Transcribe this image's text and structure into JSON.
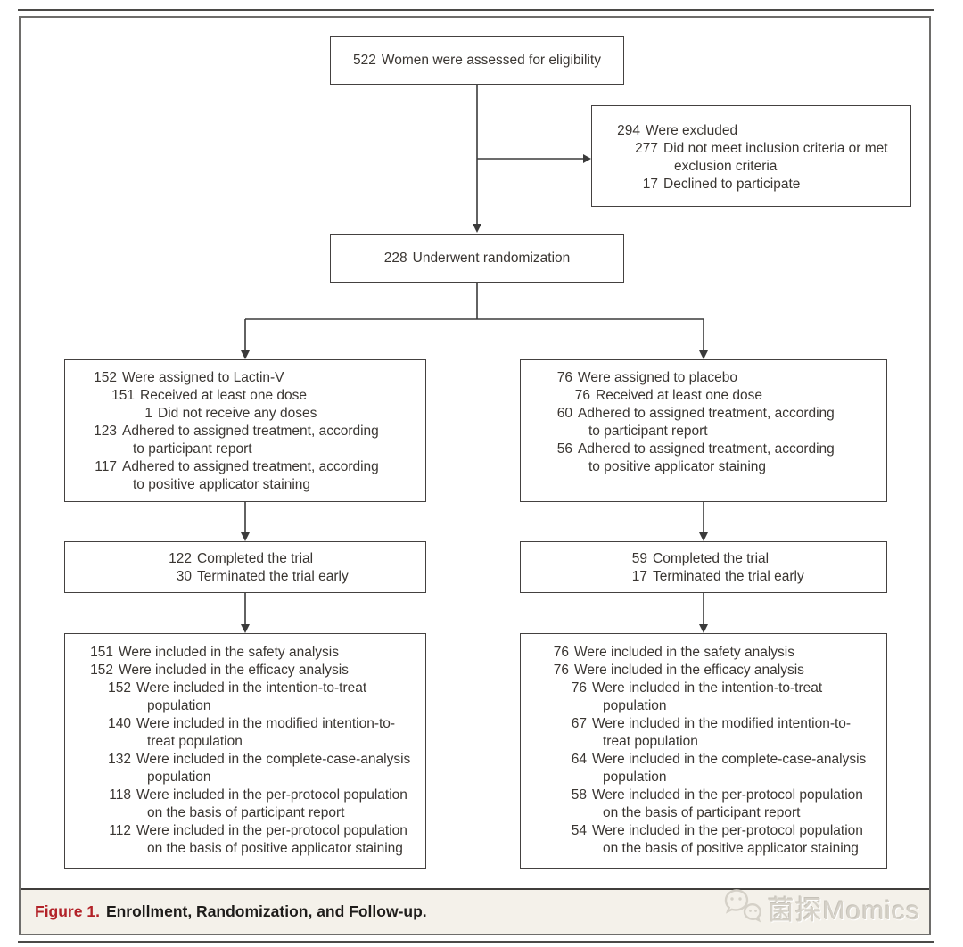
{
  "figure": {
    "caption": {
      "label": "Figure 1.",
      "title": "Enrollment, Randomization, and Follow-up."
    },
    "watermark": "菌探Momics"
  },
  "colors": {
    "caption_label": "#b22228",
    "caption_band_bg": "#f4f1ea",
    "box_border": "#444140",
    "text": "#3a3632",
    "connector": "#3b3b3b",
    "watermark": "#d5d1c8"
  },
  "icons": {
    "watermark_icon": "wechat-chat-bubbles-icon"
  },
  "flowchart": {
    "boxes": {
      "eligibility": {
        "lines": [
          {
            "num": "522",
            "text": "Women were assessed for eligibility",
            "level": 0
          }
        ]
      },
      "excluded": {
        "lines": [
          {
            "num": "294",
            "text": "Were excluded",
            "level": 0
          },
          {
            "num": "277",
            "text": "Did not meet inclusion criteria or met",
            "level": 1
          },
          {
            "cont": true,
            "text": "exclusion criteria",
            "level": 1
          },
          {
            "num": "17",
            "text": "Declined to participate",
            "level": 1
          }
        ]
      },
      "randomization": {
        "lines": [
          {
            "num": "228",
            "text": "Underwent randomization",
            "level": 0
          }
        ]
      },
      "lactin_v_assigned": {
        "lines": [
          {
            "num": "152",
            "text": "Were assigned to Lactin-V",
            "level": 0
          },
          {
            "num": "151",
            "text": "Received at least one dose",
            "level": 1
          },
          {
            "num": "1",
            "text": "Did not receive any doses",
            "level": 2
          },
          {
            "num": "123",
            "text": "Adhered to assigned treatment, according",
            "level": 0
          },
          {
            "cont": true,
            "text": "to participant report",
            "level": 0
          },
          {
            "num": "117",
            "text": "Adhered to assigned treatment, according",
            "level": 0
          },
          {
            "cont": true,
            "text": "to positive applicator staining",
            "level": 0
          }
        ]
      },
      "placebo_assigned": {
        "lines": [
          {
            "num": "76",
            "text": "Were assigned to placebo",
            "level": 0
          },
          {
            "num": "76",
            "text": "Received at least one dose",
            "level": 1
          },
          {
            "num": "60",
            "text": "Adhered to assigned treatment, according",
            "level": 0
          },
          {
            "cont": true,
            "text": "to participant report",
            "level": 0
          },
          {
            "num": "56",
            "text": "Adhered to assigned treatment, according",
            "level": 0
          },
          {
            "cont": true,
            "text": "to positive applicator staining",
            "level": 0
          }
        ]
      },
      "lactin_v_completed": {
        "lines": [
          {
            "num": "122",
            "text": "Completed the trial",
            "level": 0
          },
          {
            "num": "30",
            "text": "Terminated the trial early",
            "level": 0
          }
        ]
      },
      "placebo_completed": {
        "lines": [
          {
            "num": "59",
            "text": "Completed the trial",
            "level": 0
          },
          {
            "num": "17",
            "text": "Terminated the trial early",
            "level": 0
          }
        ]
      },
      "lactin_v_analysis": {
        "lines": [
          {
            "num": "151",
            "text": "Were included in the safety analysis",
            "level": 0
          },
          {
            "num": "152",
            "text": "Were included in the efficacy analysis",
            "level": 0
          },
          {
            "num": "152",
            "text": "Were included in the intention-to-treat",
            "level": 1
          },
          {
            "cont": true,
            "text": "population",
            "level": 1
          },
          {
            "num": "140",
            "text": "Were included in the modified intention-to-",
            "level": 1
          },
          {
            "cont": true,
            "text": "treat population",
            "level": 1
          },
          {
            "num": "132",
            "text": "Were included in the complete-case-analysis",
            "level": 1
          },
          {
            "cont": true,
            "text": "population",
            "level": 1
          },
          {
            "num": "118",
            "text": "Were included in the per-protocol population",
            "level": 1
          },
          {
            "cont": true,
            "text": "on the basis of participant report",
            "level": 1
          },
          {
            "num": "112",
            "text": "Were included in the per-protocol population",
            "level": 1
          },
          {
            "cont": true,
            "text": "on the basis of positive applicator staining",
            "level": 1
          }
        ]
      },
      "placebo_analysis": {
        "lines": [
          {
            "num": "76",
            "text": "Were included in the safety analysis",
            "level": 0
          },
          {
            "num": "76",
            "text": "Were included in the efficacy analysis",
            "level": 0
          },
          {
            "num": "76",
            "text": "Were included in the intention-to-treat",
            "level": 1
          },
          {
            "cont": true,
            "text": "population",
            "level": 1
          },
          {
            "num": "67",
            "text": "Were included in the modified intention-to-",
            "level": 1
          },
          {
            "cont": true,
            "text": "treat population",
            "level": 1
          },
          {
            "num": "64",
            "text": "Were included in the complete-case-analysis",
            "level": 1
          },
          {
            "cont": true,
            "text": "population",
            "level": 1
          },
          {
            "num": "58",
            "text": "Were included in the per-protocol population",
            "level": 1
          },
          {
            "cont": true,
            "text": "on the basis of participant report",
            "level": 1
          },
          {
            "num": "54",
            "text": "Were included in the per-protocol population",
            "level": 1
          },
          {
            "cont": true,
            "text": "on the basis of positive applicator staining",
            "level": 1
          }
        ]
      }
    }
  }
}
